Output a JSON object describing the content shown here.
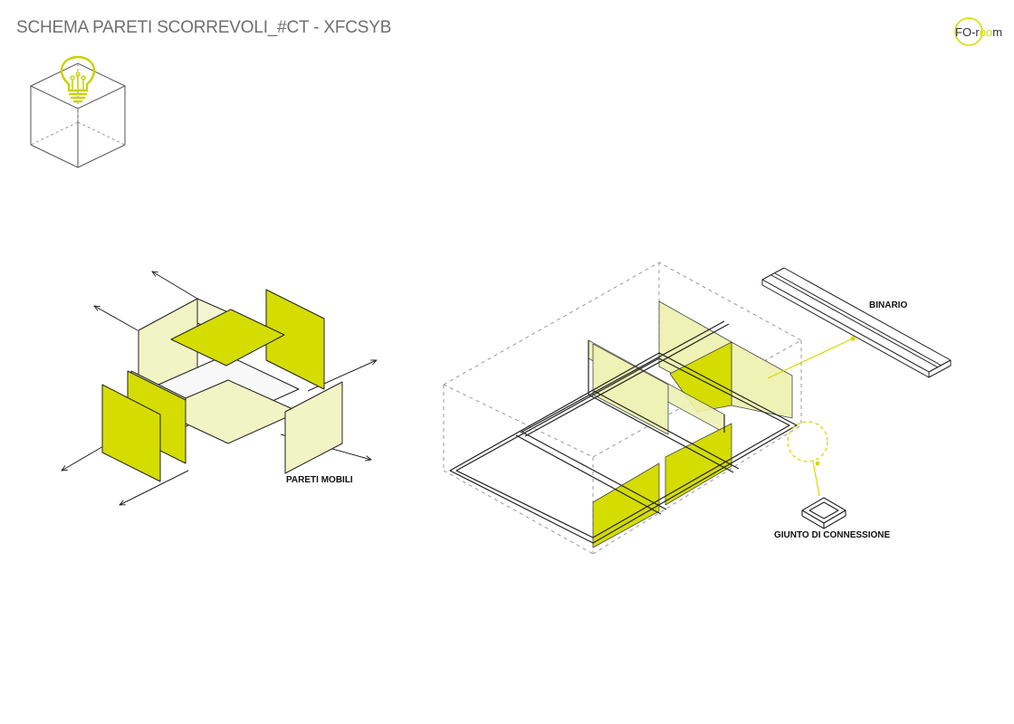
{
  "header": {
    "title": "SCHEMA PARETI SCORREVOLI_#CT - XFCSYB"
  },
  "logo": {
    "prefix": "FO",
    "dash": "-",
    "r": "r",
    "oo": "oo",
    "m": "m"
  },
  "labels": {
    "pareti_mobili": "PARETI MOBILI",
    "binario": "BINARIO",
    "giunto": "GIUNTO DI CONNESSIONE"
  },
  "colors": {
    "accent": "#D4DC00",
    "panel_light": "#F1F4C4",
    "panel_light_alt": "#F4F6D2",
    "line": "#222222",
    "dashed": "#9a9a9a"
  },
  "icons": [
    "lightbulb-icon",
    "cube-icon"
  ]
}
